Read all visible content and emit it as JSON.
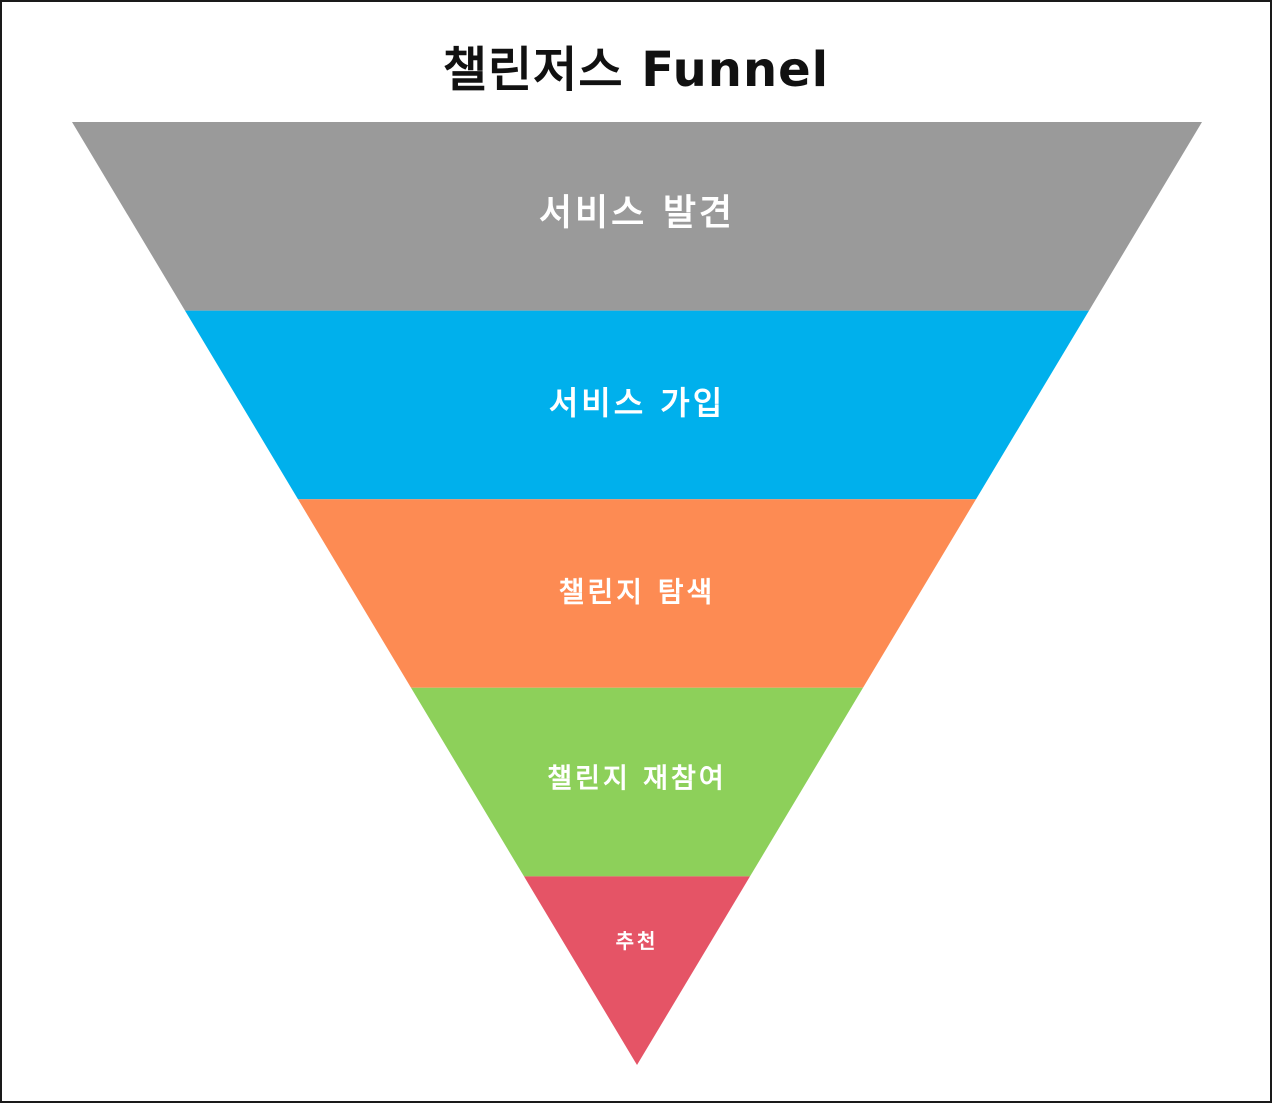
{
  "title": "챌린저스 Funnel",
  "stages": [
    {
      "label": "서비스 발견",
      "color": "#9a9a9a"
    },
    {
      "label": "서비스 가입",
      "color": "#00b0ec"
    },
    {
      "label": "챌린지 탐색",
      "color": "#fd8b53"
    },
    {
      "label": "챌린지 재참여",
      "color": "#8dd05a"
    },
    {
      "label": "추천",
      "color": "#e55466"
    }
  ]
}
